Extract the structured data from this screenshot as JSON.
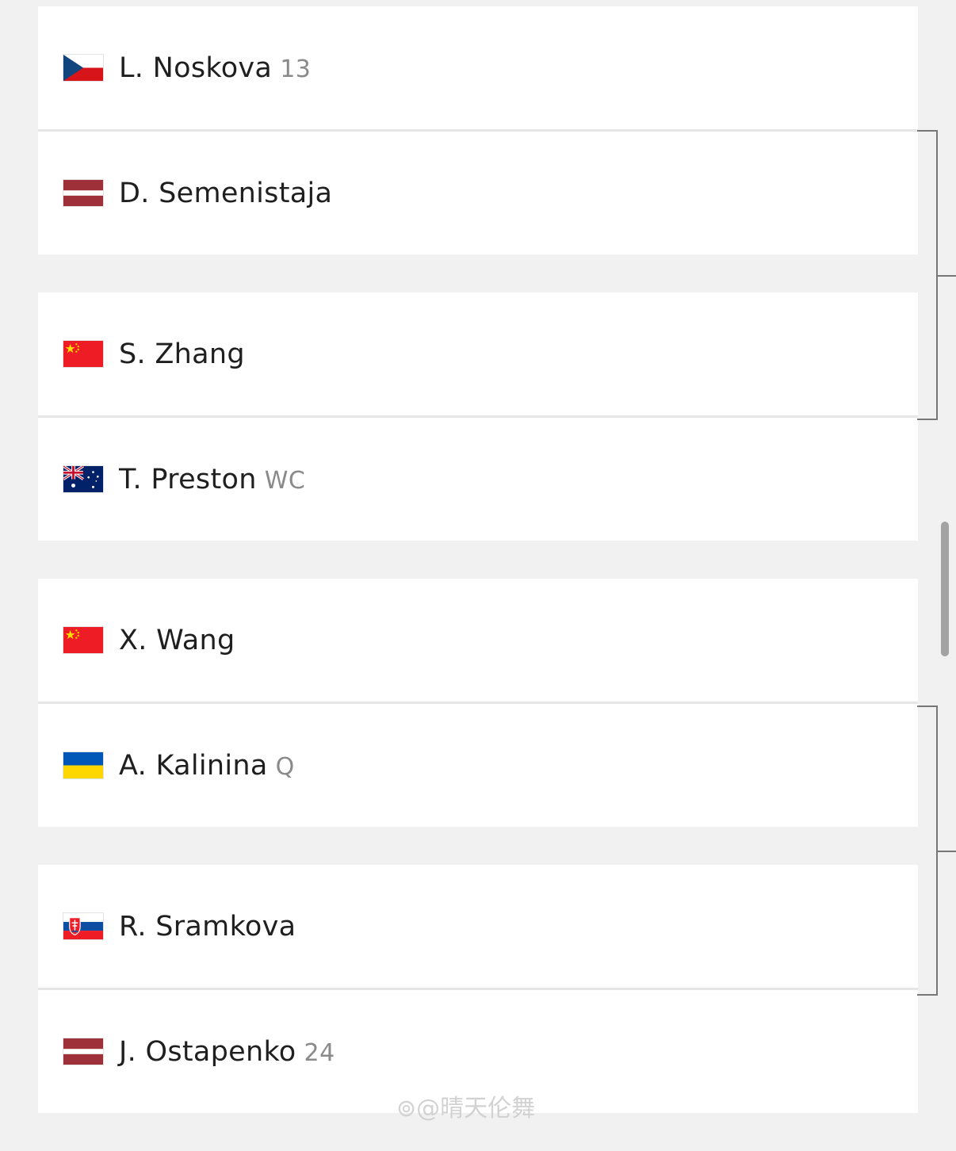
{
  "matches": [
    {
      "players": [
        {
          "name": "L. Noskova",
          "seed": "13",
          "flag": "czech-flag-icon"
        },
        {
          "name": "D. Semenistaja",
          "seed": "",
          "flag": "latvia-flag-icon"
        }
      ]
    },
    {
      "players": [
        {
          "name": "S. Zhang",
          "seed": "",
          "flag": "china-flag-icon"
        },
        {
          "name": "T. Preston",
          "seed": "WC",
          "flag": "australia-flag-icon"
        }
      ]
    },
    {
      "players": [
        {
          "name": "X. Wang",
          "seed": "",
          "flag": "china-flag-icon"
        },
        {
          "name": "A. Kalinina",
          "seed": "Q",
          "flag": "ukraine-flag-icon"
        }
      ]
    },
    {
      "players": [
        {
          "name": "R. Sramkova",
          "seed": "",
          "flag": "slovakia-flag-icon"
        },
        {
          "name": "J. Ostapenko",
          "seed": "24",
          "flag": "latvia-flag-icon"
        }
      ]
    }
  ],
  "watermark": "⊚@晴天伦舞",
  "colors": {
    "background": "#f1f1f1",
    "card": "#ffffff",
    "divider": "#e6e6e6",
    "bracket_line": "#777777",
    "seed_text": "#8a8a8a"
  }
}
